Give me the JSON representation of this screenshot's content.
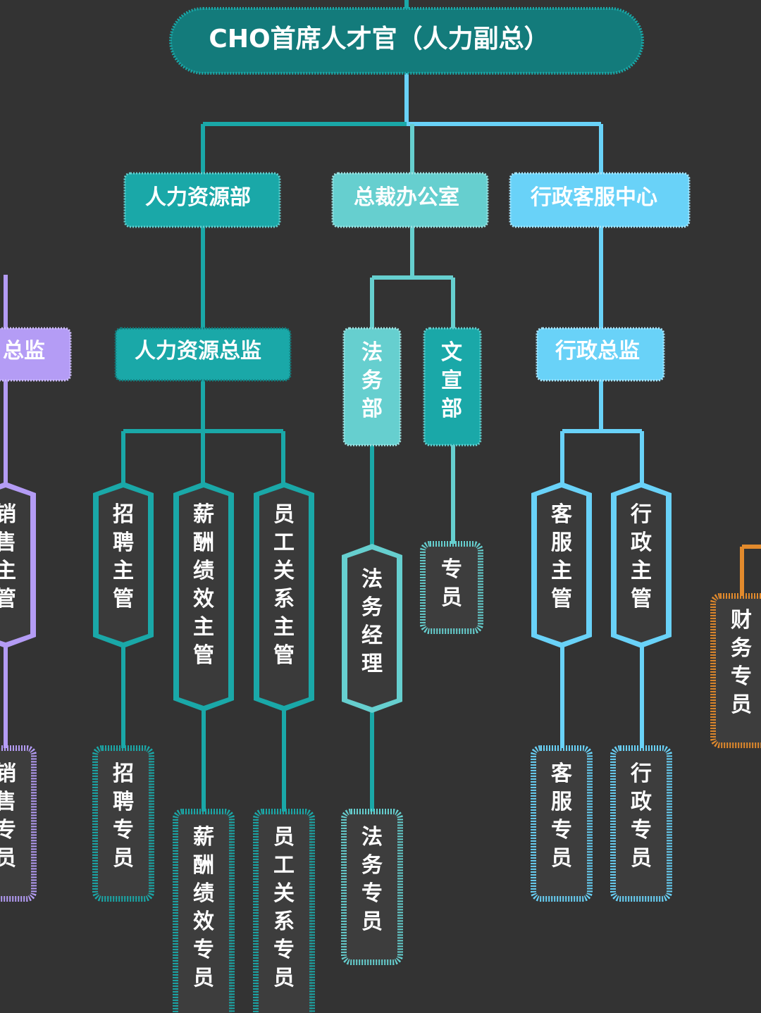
{
  "colors": {
    "background": "#333333",
    "teal_dark": "#137b7b",
    "teal": "#1aa8a8",
    "teal_light": "#66cfcf",
    "sky": "#69d2f8",
    "purple": "#b49cf5",
    "orange": "#e28a2c",
    "white": "#ffffff",
    "panel": "#3d3d3d"
  },
  "top": {
    "title": "CHO首席人才官（人力副总）"
  },
  "departments": {
    "hr": "人力资源部",
    "president_office": "总裁办公室",
    "admin_service": "行政客服中心"
  },
  "level2": {
    "sales_director_partial": "总监",
    "hr_director": "人力资源总监",
    "legal_dept": "法务部",
    "publicity_dept": "文宣部",
    "admin_director": "行政总监"
  },
  "managers": {
    "sales_manager": "销售主管",
    "recruit_manager": "招聘主管",
    "pay_manager": "薪酬绩效主管",
    "employee_rel_manager": "员工关系主管",
    "legal_manager": "法务经理",
    "publicity_specialist": "专员",
    "service_manager": "客服主管",
    "admin_manager": "行政主管",
    "finance_specialist": "财务专员"
  },
  "specialists": {
    "sales_specialist": "销售专员",
    "recruit_specialist": "招聘专员",
    "pay_specialist": "薪酬绩效专员",
    "employee_rel_specialist": "员工关系专员",
    "legal_specialist": "法务专员",
    "service_specialist": "客服专员",
    "admin_specialist": "行政专员"
  }
}
